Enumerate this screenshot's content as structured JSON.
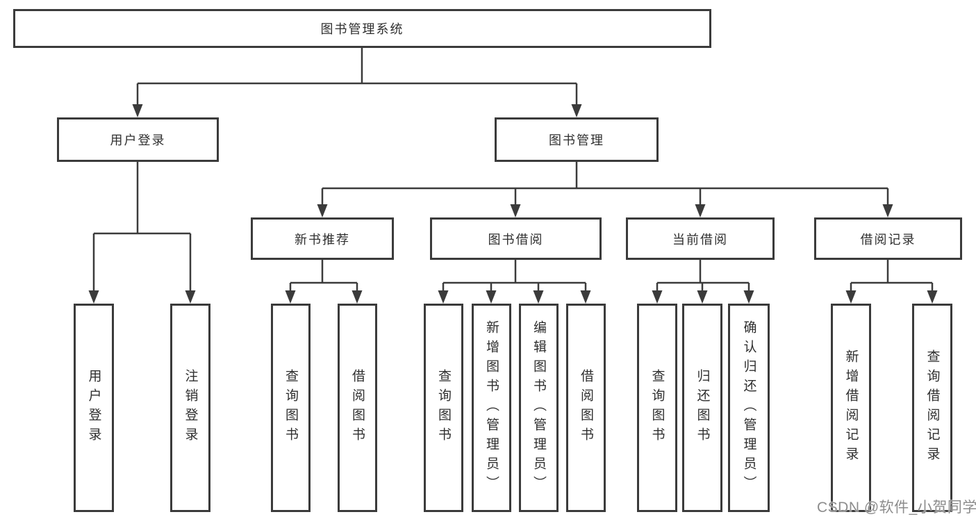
{
  "tree": {
    "root": "图书管理系统",
    "children": [
      {
        "label": "用户登录",
        "children": [
          {
            "label": "用户登录"
          },
          {
            "label": "注销登录"
          }
        ]
      },
      {
        "label": "图书管理",
        "children": [
          {
            "label": "新书推荐",
            "children": [
              {
                "label": "查询图书"
              },
              {
                "label": "借阅图书"
              }
            ]
          },
          {
            "label": "图书借阅",
            "children": [
              {
                "label": "查询图书"
              },
              {
                "label": "新增图书（管理员）"
              },
              {
                "label": "编辑图书（管理员）"
              },
              {
                "label": "借阅图书"
              }
            ]
          },
          {
            "label": "当前借阅",
            "children": [
              {
                "label": "查询图书"
              },
              {
                "label": "归还图书"
              },
              {
                "label": "确认归还（管理员）"
              }
            ]
          },
          {
            "label": "借阅记录",
            "children": [
              {
                "label": "新增借阅记录"
              },
              {
                "label": "查询借阅记录"
              }
            ]
          }
        ]
      }
    ]
  },
  "watermark": {
    "text": "CSDN @软件_小贺同学"
  },
  "colors": {
    "line": "#3b3b3b",
    "box_border": "#3b3b3b",
    "text": "#2f2f2f",
    "watermark": "#8c8c8c",
    "background": "#ffffff"
  }
}
